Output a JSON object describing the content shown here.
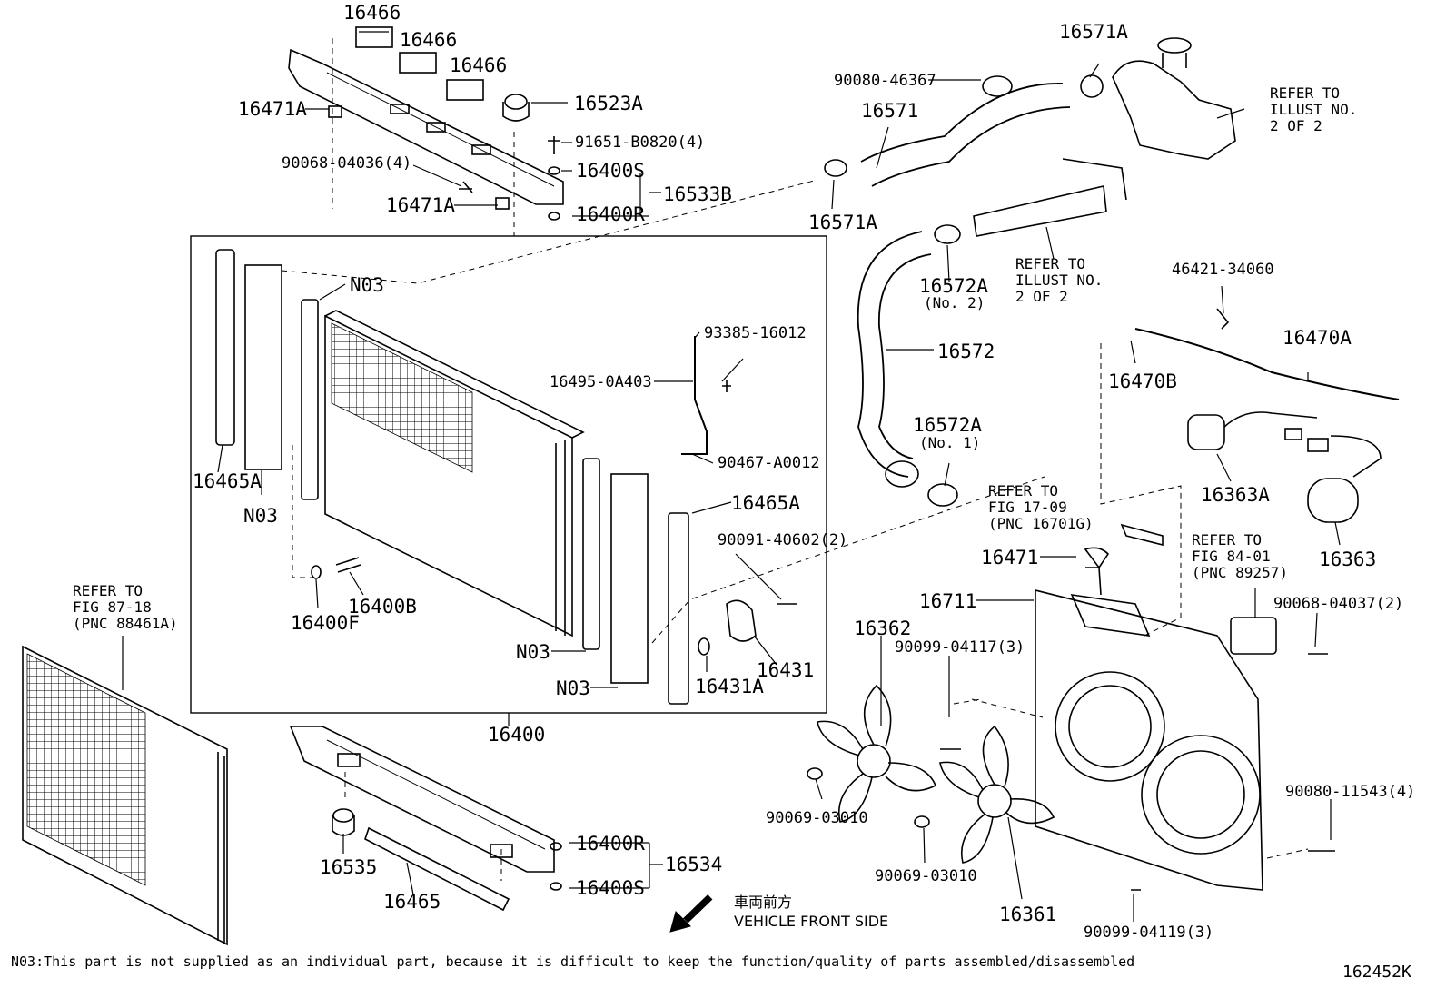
{
  "labels": {
    "p16466a": "16466",
    "p16466b": "16466",
    "p16466c": "16466",
    "p16471a_top": "16471A",
    "p16523a": "16523A",
    "p91651": "91651-B0820(4)",
    "p90068_04036": "90068-04036(4)",
    "p16400s_top": "16400S",
    "p16533b": "16533B",
    "p16471a_mid": "16471A",
    "p16400r_top": "16400R",
    "p90080_46367": "90080-46367",
    "p16571": "16571",
    "p16571a_top": "16571A",
    "p16571a_bot": "16571A",
    "p16572a_no2": "16572A",
    "p16572a_no2_sub": "(No. 2)",
    "p16572": "16572",
    "p16572a_no1": "16572A",
    "p16572a_no1_sub": "(No. 1)",
    "p46421": "46421-34060",
    "p16470a": "16470A",
    "p16470b": "16470B",
    "p16363a": "16363A",
    "p16363": "16363",
    "p16471": "16471",
    "p16711": "16711",
    "p16362": "16362",
    "p90099_04117": "90099-04117(3)",
    "p90068_04037": "90068-04037(2)",
    "p90080_11543": "90080-11543(4)",
    "p90069_a": "90069-03010",
    "p90069_b": "90069-03010",
    "p16361": "16361",
    "p90099_04119": "90099-04119(3)",
    "n03_a": "N03",
    "n03_b": "N03",
    "n03_c": "N03",
    "n03_d": "N03",
    "p16465a_l": "16465A",
    "p16465a_r": "16465A",
    "p93385": "93385-16012",
    "p16495": "16495-0A403",
    "p90467": "90467-A0012",
    "p90091": "90091-40602(2)",
    "p16431": "16431",
    "p16431a": "16431A",
    "p16400f": "16400F",
    "p16400b": "16400B",
    "p16400": "16400",
    "p16400r_bot": "16400R",
    "p16534": "16534",
    "p16400s_bot": "16400S",
    "p16535": "16535",
    "p16465": "16465"
  },
  "refs": {
    "illust_top": [
      "REFER TO",
      "ILLUST NO.",
      "2 OF 2"
    ],
    "illust_mid": [
      "REFER TO",
      "ILLUST NO.",
      "2 OF 2"
    ],
    "fig_17_09": [
      "REFER TO",
      "FIG 17-09",
      "(PNC 16701G)"
    ],
    "fig_84_01": [
      "REFER TO",
      "FIG 84-01",
      "(PNC 89257)"
    ],
    "fig_87_18": [
      "REFER TO",
      "FIG 87-18",
      "(PNC 88461A)"
    ]
  },
  "direction": {
    "jp": "車両前方",
    "en": "VEHICLE FRONT SIDE"
  },
  "footnote": "N03:This part is not supplied as an individual part, because it is difficult to keep the function/quality of parts assembled/disassembled",
  "illustration_code": "162452K"
}
